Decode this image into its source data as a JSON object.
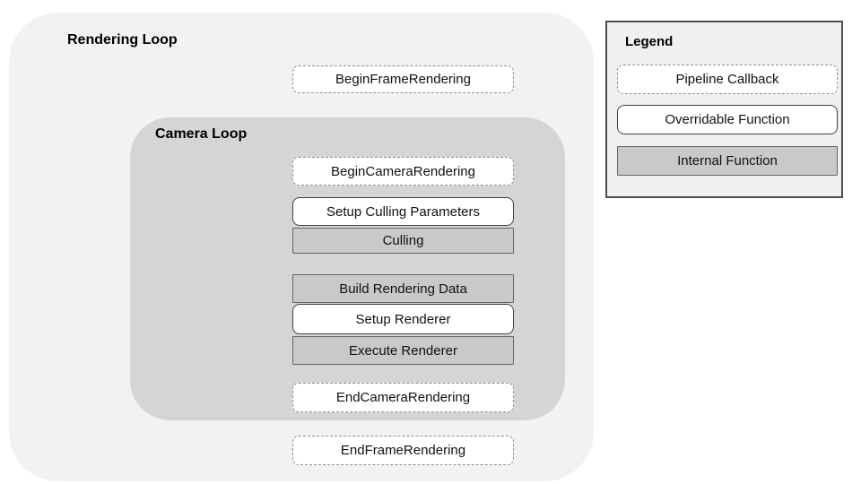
{
  "diagram": {
    "rendering_loop_label": "Rendering Loop",
    "camera_loop_label": "Camera Loop",
    "nodes": [
      {
        "id": "begin-frame-rendering",
        "label": "BeginFrameRendering",
        "type": "pipeline-callback"
      },
      {
        "id": "begin-camera-rendering",
        "label": "BeginCameraRendering",
        "type": "pipeline-callback"
      },
      {
        "id": "setup-culling-parameters",
        "label": "Setup Culling Parameters",
        "type": "overridable-function"
      },
      {
        "id": "culling",
        "label": "Culling",
        "type": "internal-function"
      },
      {
        "id": "build-rendering-data",
        "label": "Build Rendering Data",
        "type": "internal-function"
      },
      {
        "id": "setup-renderer",
        "label": "Setup Renderer",
        "type": "overridable-function"
      },
      {
        "id": "execute-renderer",
        "label": "Execute Renderer",
        "type": "internal-function"
      },
      {
        "id": "end-camera-rendering",
        "label": "EndCameraRendering",
        "type": "pipeline-callback"
      },
      {
        "id": "end-frame-rendering",
        "label": "EndFrameRendering",
        "type": "pipeline-callback"
      }
    ],
    "legend": {
      "title": "Legend",
      "items": [
        {
          "label": "Pipeline Callback",
          "type": "pipeline-callback"
        },
        {
          "label": "Overridable Function",
          "type": "overridable-function"
        },
        {
          "label": "Internal Function",
          "type": "internal-function"
        }
      ]
    },
    "colors": {
      "rendering_loop_bg": "#f2f2f2",
      "camera_loop_bg": "#d5d5d5",
      "internal_function_fill": "#c9c9c9",
      "callback_dashed_border": "#8f8f8f",
      "solid_border": "#404040",
      "legend_bg": "#f0f0f1",
      "legend_border": "#4d4d4d"
    }
  }
}
